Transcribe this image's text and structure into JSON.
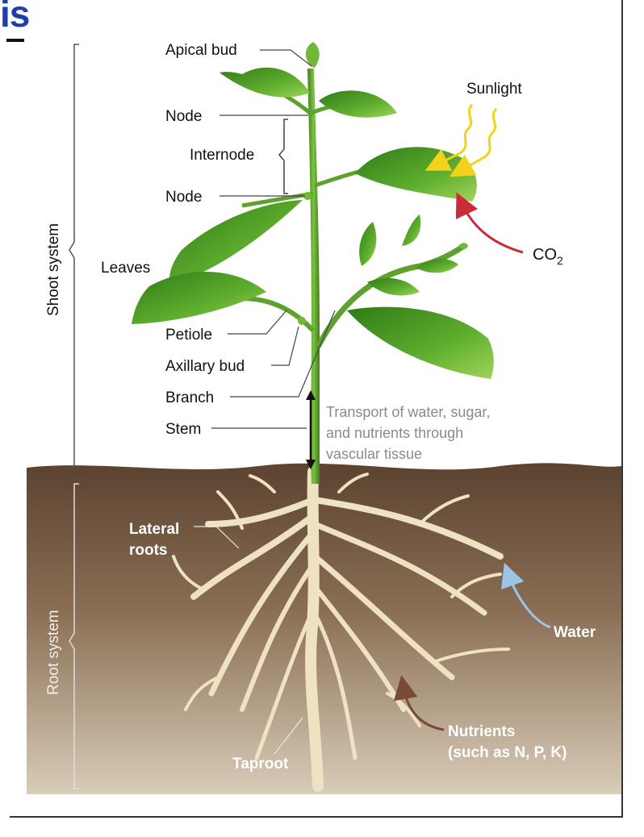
{
  "header": {
    "fragment": "is"
  },
  "labels": {
    "apical_bud": "Apical bud",
    "sunlight": "Sunlight",
    "node_upper": "Node",
    "internode": "Internode",
    "node_lower": "Node",
    "co2_main": "CO",
    "co2_sub": "2",
    "leaves": "Leaves",
    "petiole": "Petiole",
    "axillary_bud": "Axillary bud",
    "branch": "Branch",
    "stem": "Stem",
    "transport_line1": "Transport of water, sugar,",
    "transport_line2": "and nutrients through",
    "transport_line3": "vascular tissue",
    "shoot_system": "Shoot system",
    "root_system": "Root system",
    "lateral_roots_line1": "Lateral",
    "lateral_roots_line2": "roots",
    "water": "Water",
    "nutrients_line1": "Nutrients",
    "nutrients_line2": "(such as N, P, K)",
    "taproot": "Taproot"
  },
  "colors": {
    "soil_top": "#5c4330",
    "soil_bottom": "#d9ccb8",
    "leaf_dark": "#3d8a1f",
    "leaf_light": "#7cc242",
    "stem": "#5ea12e",
    "root": "#efe2c3",
    "sunlight": "#f2d21c",
    "co2_arrow": "#cc2a36",
    "water_arrow": "#9cc4e4",
    "nutrient_arrow": "#7a4a35",
    "header_blue": "#1d3fae"
  }
}
